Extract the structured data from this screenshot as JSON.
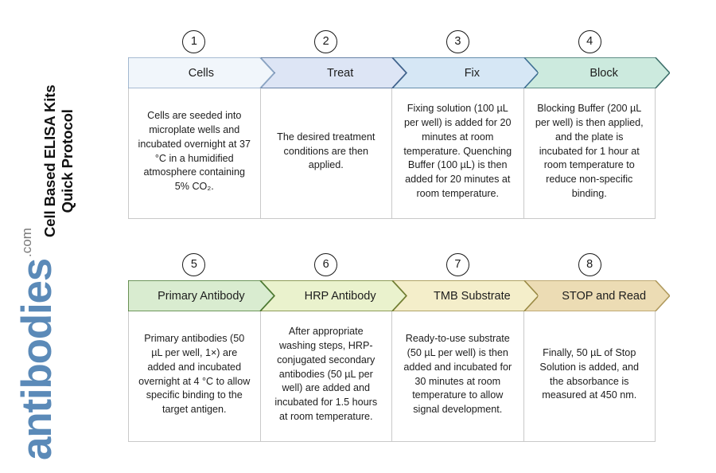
{
  "branding": {
    "title_line1": "Cell Based ELISA Kits",
    "title_line2": "Quick Protocol",
    "logo_word": "antibodies",
    "logo_suffix": ".com",
    "logo_color": "#5b8ab8",
    "logo_suffix_color": "#7a7a7a"
  },
  "rows": [
    {
      "id": "row-1",
      "steps": [
        {
          "number": "1",
          "label": "Cells",
          "fill": "#f1f6fb",
          "stroke": "#8fa8c6",
          "body": "Cells are seeded into microplate wells and incubated overnight at 37 °C in a humidified atmosphere containing 5% CO₂."
        },
        {
          "number": "2",
          "label": "Treat",
          "fill": "#dde5f5",
          "stroke": "#41628c",
          "body": "The desired treatment conditions are then applied."
        },
        {
          "number": "3",
          "label": "Fix",
          "fill": "#d6e7f5",
          "stroke": "#3f7094",
          "body": "Fixing solution (100 µL per well) is added for 20 minutes at room temperature. Quenching Buffer (100 µL) is then added for 20 minutes at room temperature."
        },
        {
          "number": "4",
          "label": "Block",
          "fill": "#cceade",
          "stroke": "#3d6f6a",
          "body": "Blocking Buffer (200 µL per well) is then applied, and the plate is incubated for 1 hour at room temperature to reduce non-specific binding."
        }
      ]
    },
    {
      "id": "row-2",
      "steps": [
        {
          "number": "5",
          "label": "Primary Antibody",
          "fill": "#d9ecd0",
          "stroke": "#4b7a34",
          "body": "Primary antibodies (50 µL per well, 1×) are added and incubated overnight at 4 °C to allow specific binding to the target antigen."
        },
        {
          "number": "6",
          "label": "HRP Antibody",
          "fill": "#eaf2cd",
          "stroke": "#6f7f33",
          "body": "After appropriate washing steps, HRP-conjugated secondary antibodies (50 µL per well) are added and incubated for 1.5 hours at room temperature."
        },
        {
          "number": "7",
          "label": "TMB Substrate",
          "fill": "#f4eeca",
          "stroke": "#9a8a45",
          "body": "Ready-to-use substrate (50 µL per well) is then added and incubated for 30 minutes at room temperature to allow signal development."
        },
        {
          "number": "8",
          "label": "STOP and Read",
          "fill": "#ecdcb4",
          "stroke": "#b09a5e",
          "body": "Finally, 50 µL of Stop Solution is added, and the absorbance is measured at 450 nm."
        }
      ]
    }
  ]
}
